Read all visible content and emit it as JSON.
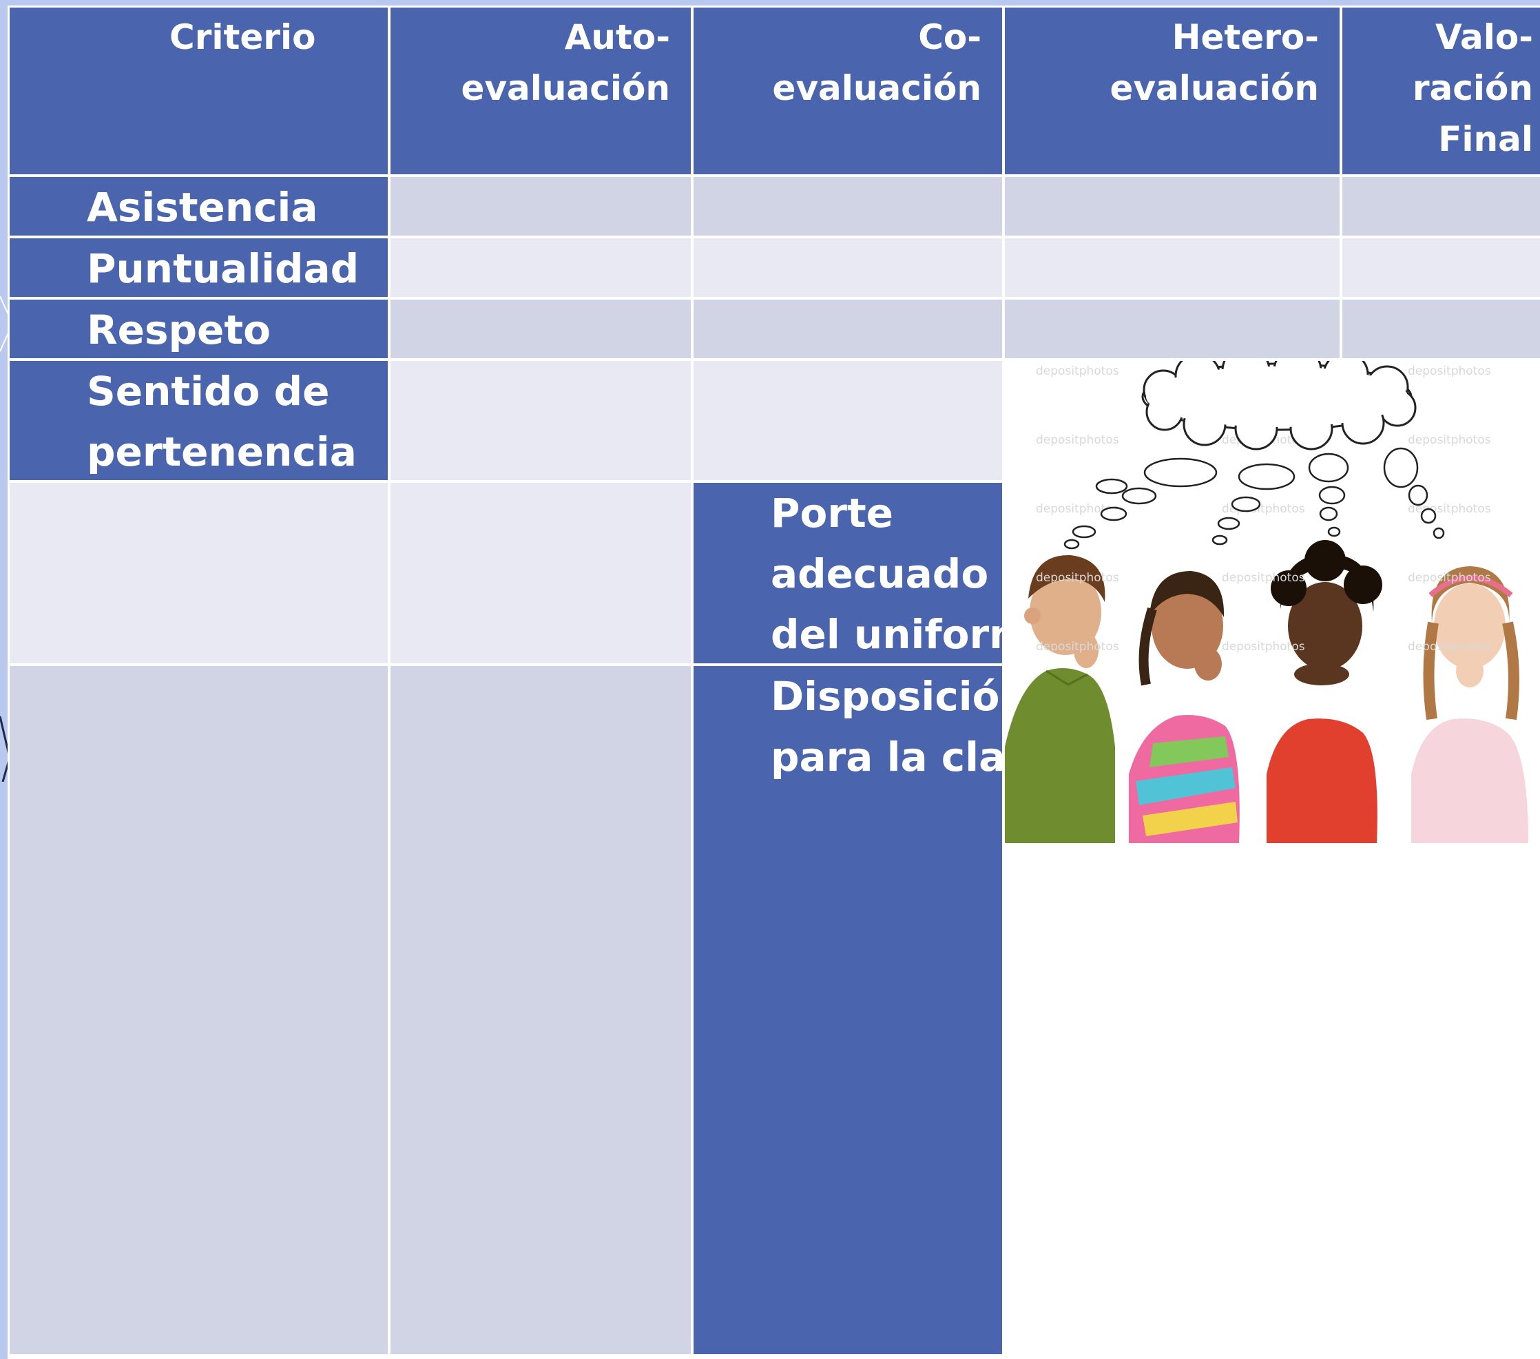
{
  "table": {
    "headers": [
      {
        "lines": [
          "Criterio"
        ]
      },
      {
        "lines": [
          "Auto-",
          "evaluación"
        ]
      },
      {
        "lines": [
          "Co-",
          "evaluación"
        ]
      },
      {
        "lines": [
          "Hetero-",
          "evaluación"
        ]
      },
      {
        "lines": [
          "Valo-",
          "ración",
          "Final"
        ]
      }
    ],
    "rows": [
      {
        "lines": [
          "Asistencia"
        ]
      },
      {
        "lines": [
          "Puntualidad"
        ]
      },
      {
        "lines": [
          "Respeto"
        ]
      },
      {
        "lines": [
          "Sentido de",
          "pertenencia"
        ]
      },
      {
        "lines": [
          "Porte",
          "adecuado",
          "del uniforme"
        ]
      },
      {
        "lines": [
          "Disposición",
          "para la clase"
        ]
      }
    ]
  },
  "image": {
    "description_icon": "thinking-children-photo",
    "watermark": "depositphotos"
  },
  "colors": {
    "header_blue": "#4a65ad",
    "cell_dark": "#d0d4e5",
    "cell_light": "#e8e9f2",
    "background": "#b9c8ee"
  }
}
